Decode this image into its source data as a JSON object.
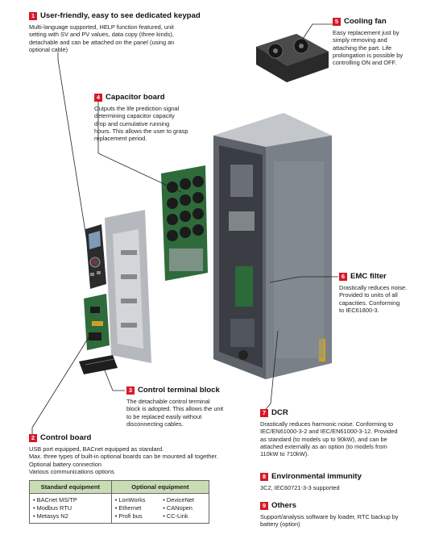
{
  "callouts": {
    "keypad": {
      "num": "1",
      "title": "User-friendly, easy to see dedicated keypad",
      "lines": [
        "Multi-language supported, HELP function featured, unit",
        "setting with SV and PV values, data copy (three kinds),",
        "detachable and can be attached on the panel (using an",
        "optional cable)"
      ]
    },
    "cooling": {
      "num": "5",
      "title": "Cooling fan",
      "lines": [
        "Easy replacement just by",
        "simply removing and",
        "attaching the part. Life",
        "prolongation is possible by",
        "controlling ON and OFF."
      ]
    },
    "capacitor": {
      "num": "4",
      "title": "Capacitor board",
      "lines": [
        "Outputs the life prediction signal",
        "determining capacitor capacity",
        "drop and cumulative running",
        "hours. This allows the user to grasp",
        "replacement period."
      ]
    },
    "emc": {
      "num": "6",
      "title": "EMC filter",
      "lines": [
        "Drastically reduces noise.",
        "Provided to units of all",
        "capacities. Conforming",
        "to IEC61800-3."
      ]
    },
    "terminal": {
      "num": "3",
      "title": "Control terminal block",
      "lines": [
        "The detachable control terminal",
        "block is adopted. This allows the unit",
        "to be replaced easily without",
        "disconnecting cables."
      ]
    },
    "dcr": {
      "num": "7",
      "title": "DCR",
      "lines": [
        "Drastically reduces harmonic noise. Conforming to",
        "IEC/EN61000-3-2 and IEC/EN61000-3-12. Provided",
        "as standard (to models up to 90kW), and can be",
        "attached externally as an option (to models from",
        "110kW to 710kW)."
      ]
    },
    "control": {
      "num": "2",
      "title": "Control board",
      "lines": [
        "USB port equipped, BACnet equipped as standard.",
        "Max. three types of built-in optional boards can be mounted all together.",
        "Optional battery connection",
        "Various communications options"
      ]
    },
    "env": {
      "num": "8",
      "title": "Environmental immunity",
      "lines": [
        "3C2, IEC60721-3-3 supported"
      ]
    },
    "others": {
      "num": "9",
      "title": "Others",
      "lines": [
        "Support/analysis software by loader, RTC backup by",
        "battery (option)"
      ]
    }
  },
  "equipment_table": {
    "standard_header": "Standard equipment",
    "optional_header": "Optional equipment",
    "standard": [
      "BACnet MS/TP",
      "Modbus RTU",
      "Metasys N2"
    ],
    "optional_col1": [
      "LonWorks",
      "Ethernet",
      "Profi bus"
    ],
    "optional_col2": [
      "DeviceNet",
      "CANopen",
      "CC-Link"
    ]
  },
  "colors": {
    "accent": "#d7182a",
    "table_header": "#c9dcb4"
  }
}
